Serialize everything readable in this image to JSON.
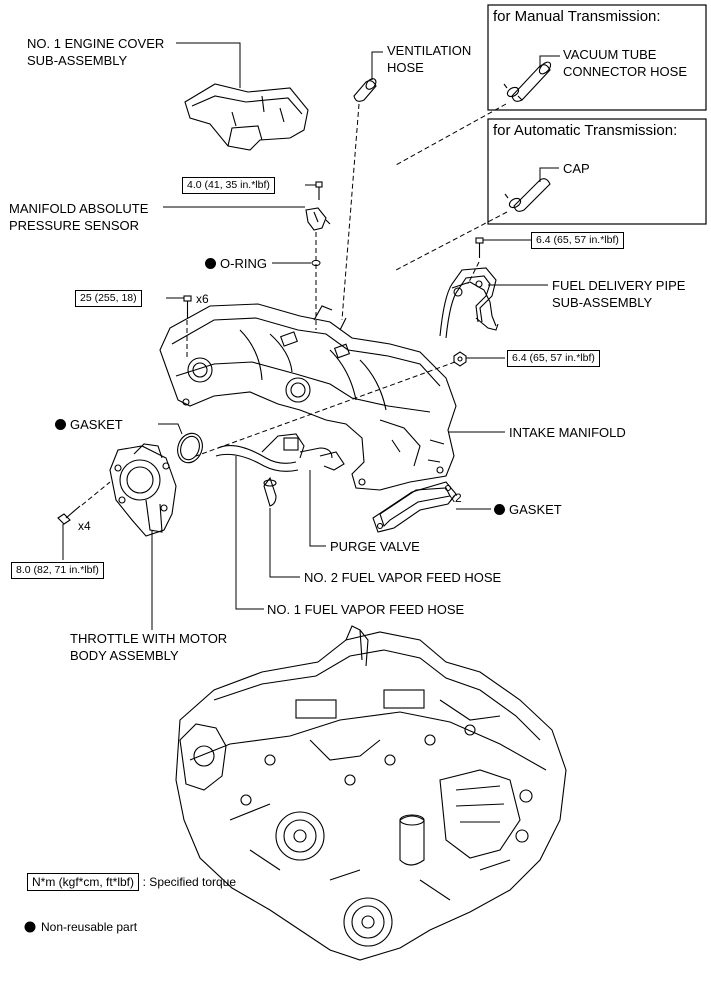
{
  "labels": {
    "engine_cover": [
      "NO. 1 ENGINE COVER",
      "SUB-ASSEMBLY"
    ],
    "ventilation_hose": [
      "VENTILATION",
      "HOSE"
    ],
    "vacuum_tube": [
      "VACUUM TUBE",
      "CONNECTOR HOSE"
    ],
    "cap": "CAP",
    "map_sensor": [
      "MANIFOLD ABSOLUTE",
      "PRESSURE SENSOR"
    ],
    "o_ring": "O-RING",
    "fuel_delivery_pipe": [
      "FUEL DELIVERY PIPE",
      "SUB-ASSEMBLY"
    ],
    "gasket_throttle": "GASKET",
    "intake_manifold": "INTAKE MANIFOLD",
    "gasket_manifold": "GASKET",
    "purge_valve": "PURGE VALVE",
    "no2_hose": "NO. 2 FUEL VAPOR FEED HOSE",
    "no1_hose": "NO. 1 FUEL VAPOR FEED HOSE",
    "throttle_body": [
      "THROTTLE WITH MOTOR",
      "BODY ASSEMBLY"
    ]
  },
  "boxes": {
    "manual": "for Manual Transmission:",
    "automatic": "for Automatic Transmission:"
  },
  "torques": {
    "map_sensor_bolt": "4.0 (41, 35 in.*lbf)",
    "manifold_bolt": "25 (255, 18)",
    "fuel_pipe_bolt": "6.4 (65, 57 in.*lbf)",
    "fuel_pipe_nut": "6.4 (65, 57 in.*lbf)",
    "throttle_bolt": "8.0 (82, 71 in.*lbf)"
  },
  "quantities": {
    "manifold_bolt": "x6",
    "gasket_manifold": "x2",
    "throttle_bolt": "x4"
  },
  "legend": {
    "torque_box": "N*m (kgf*cm, ft*lbf)",
    "torque_desc": ": Specified torque",
    "non_reusable": "Non-reusable part"
  },
  "colors": {
    "ink": "#000000",
    "background": "#ffffff"
  }
}
